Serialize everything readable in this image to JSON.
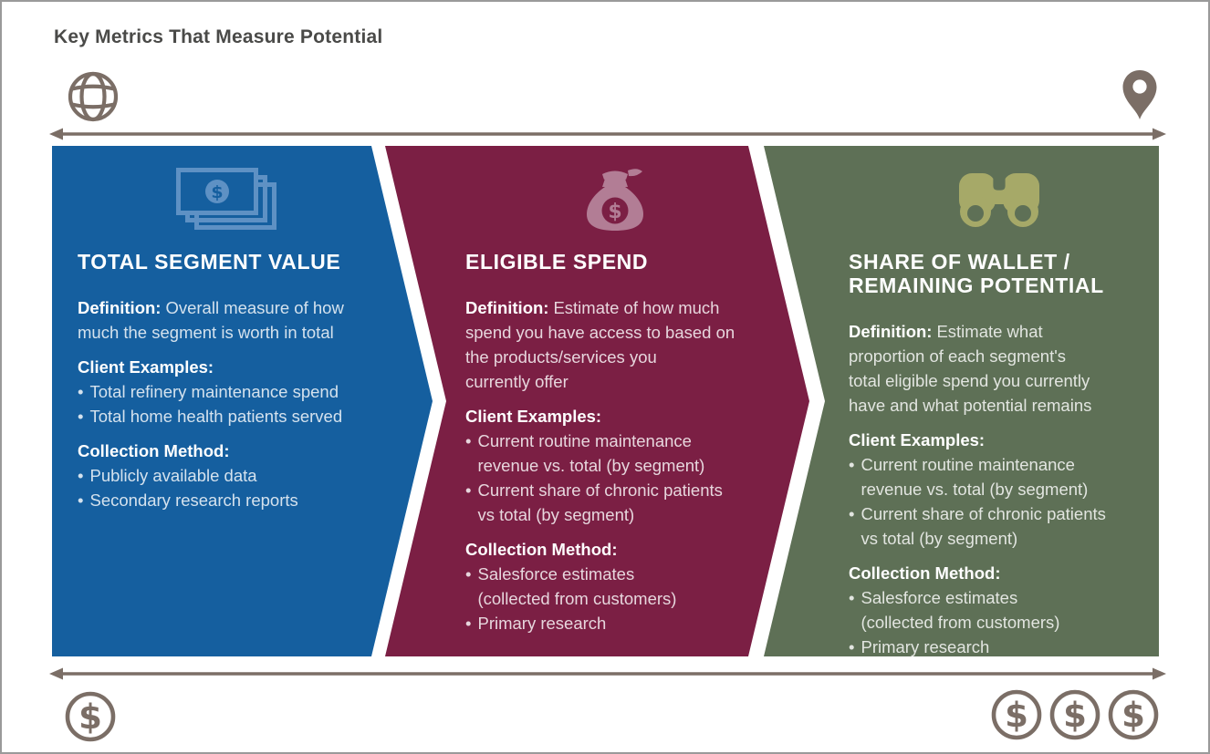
{
  "title": "Key Metrics That Measure Potential",
  "bullet_char": "•",
  "colors": {
    "panel_blue": "#155f9f",
    "panel_maroon": "#7b1f44",
    "panel_green": "#5e7056",
    "axis_taupe": "#7b6e66",
    "icon_light_blue": "#5e91c4",
    "icon_pink": "#b27d95",
    "icon_olive": "#a6a968",
    "title_text": "#4a4a48"
  },
  "top_axis": {
    "left_icon": "globe-icon",
    "right_icon": "map-pin-icon",
    "style": "double-headed-arrow"
  },
  "bottom_axis": {
    "left_icons": [
      "dollar-circle-icon"
    ],
    "right_icons": [
      "dollar-circle-icon",
      "dollar-circle-icon",
      "dollar-circle-icon"
    ],
    "style": "double-headed-arrow",
    "dollar_glyph": "$"
  },
  "panels": [
    {
      "id": "total-segment-value",
      "icon": "banknotes-icon",
      "title": "TOTAL SEGMENT VALUE",
      "definition_label": "Definition:",
      "definition": "Overall measure of how\nmuch the segment is worth in total",
      "client_examples_label": "Client Examples:",
      "client_examples": [
        "Total refinery maintenance spend",
        "Total home health patients served"
      ],
      "collection_method_label": "Collection Method:",
      "collection_method": [
        "Publicly available data",
        "Secondary research reports"
      ]
    },
    {
      "id": "eligible-spend",
      "icon": "money-bag-icon",
      "title": "ELIGIBLE SPEND",
      "definition_label": "Definition:",
      "definition": "Estimate of how much\nspend you have access to based on\nthe products/services you\ncurrently offer",
      "client_examples_label": "Client Examples:",
      "client_examples": [
        "Current routine maintenance\nrevenue  vs. total (by segment)",
        "Current share of chronic patients\nvs total (by segment)"
      ],
      "collection_method_label": "Collection Method:",
      "collection_method": [
        "Salesforce estimates\n(collected from customers)",
        "Primary research"
      ]
    },
    {
      "id": "share-of-wallet-remaining-potential",
      "icon": "binoculars-icon",
      "title": "SHARE OF WALLET /\nREMAINING POTENTIAL",
      "definition_label": "Definition:",
      "definition": "Estimate what\nproportion of each segment's\ntotal eligible spend you currently\nhave and what potential remains",
      "client_examples_label": "Client Examples:",
      "client_examples": [
        "Current routine maintenance\nrevenue  vs. total (by segment)",
        "Current share of chronic patients\nvs total (by segment)"
      ],
      "collection_method_label": "Collection Method:",
      "collection_method": [
        "Salesforce estimates\n(collected from customers)",
        "Primary research"
      ]
    }
  ]
}
